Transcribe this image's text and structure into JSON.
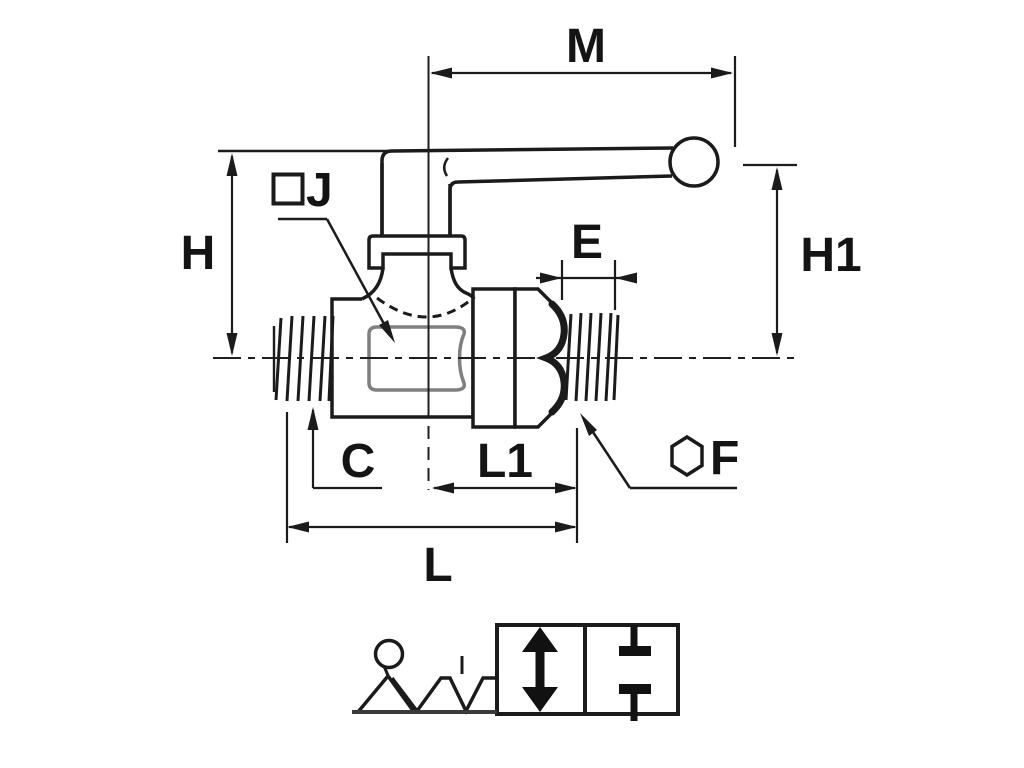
{
  "drawing": {
    "type": "technical-dimension-drawing",
    "subject": "lever-operated ball valve with two male threaded ends",
    "colors": {
      "line": "#1b1b1b",
      "bore_outline": "#7f7f7f",
      "background": "#ffffff"
    },
    "labels": {
      "m": "M",
      "h": "H",
      "h1": "H1",
      "e": "E",
      "j": "J",
      "c": "C",
      "l1": "L1",
      "f": "F",
      "l": "L"
    },
    "icons": {
      "square_before_j": "square-icon",
      "hexagon_before_f": "hexagon-icon"
    }
  },
  "schematic": {
    "type": "2-position valve symbol with lever actuator",
    "left_box": "open-flow-double-arrow",
    "right_box": "closed-blocked-ports"
  }
}
